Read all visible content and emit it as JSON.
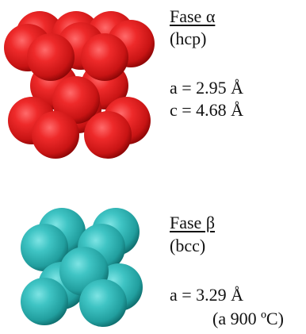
{
  "phases": [
    {
      "name": "Fase α",
      "structure": "(hcp)",
      "params": [
        "a = 2.95 Å",
        "c = 4.68 Å"
      ],
      "color": "#e02020"
    },
    {
      "name": "Fase β",
      "structure": "(bcc)",
      "params": [
        "a = 3.29 Å"
      ],
      "note": "(a 900 ºC)",
      "color": "#32b8b8"
    }
  ]
}
